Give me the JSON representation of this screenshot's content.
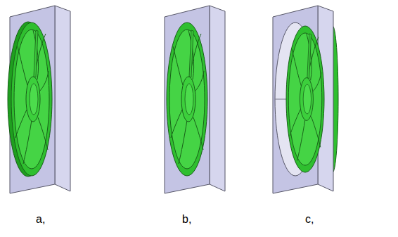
{
  "diagram": {
    "labels": [
      "a,",
      "b,",
      "c,"
    ]
  }
}
